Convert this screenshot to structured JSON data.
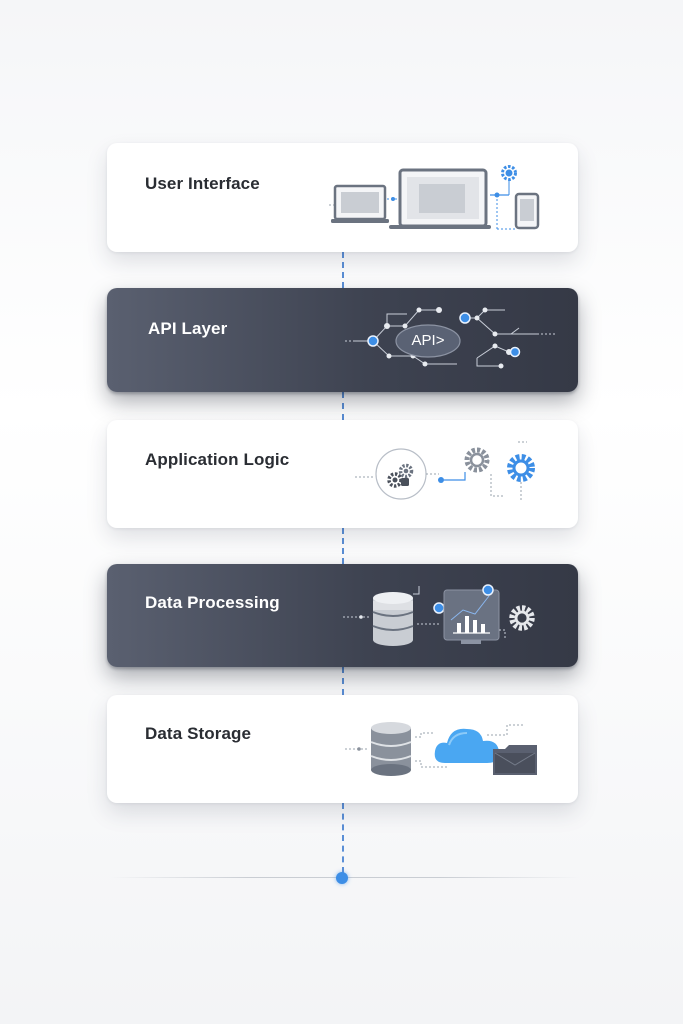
{
  "diagram": {
    "layers": [
      {
        "title": "User Interface",
        "theme": "light",
        "icons": [
          "laptop-icon",
          "monitor-icon",
          "tablet-icon",
          "gear-icon"
        ]
      },
      {
        "title": "API Layer",
        "theme": "dark",
        "badge": "API>",
        "icons": [
          "network-node-icon"
        ]
      },
      {
        "title": "Application Logic",
        "theme": "light",
        "icons": [
          "gears-icon",
          "gear-icon",
          "gear-icon"
        ]
      },
      {
        "title": "Data Processing",
        "theme": "dark",
        "icons": [
          "database-icon",
          "bar-chart-icon",
          "gear-icon"
        ]
      },
      {
        "title": "Data Storage",
        "theme": "light",
        "icons": [
          "database-icon",
          "cloud-icon",
          "folder-icon"
        ]
      }
    ]
  },
  "colors": {
    "accent": "#3d8ee6",
    "dark_card": "#3e4351",
    "light_card": "#ffffff",
    "title_dark": "#2a2d33",
    "title_light": "#ffffff"
  }
}
